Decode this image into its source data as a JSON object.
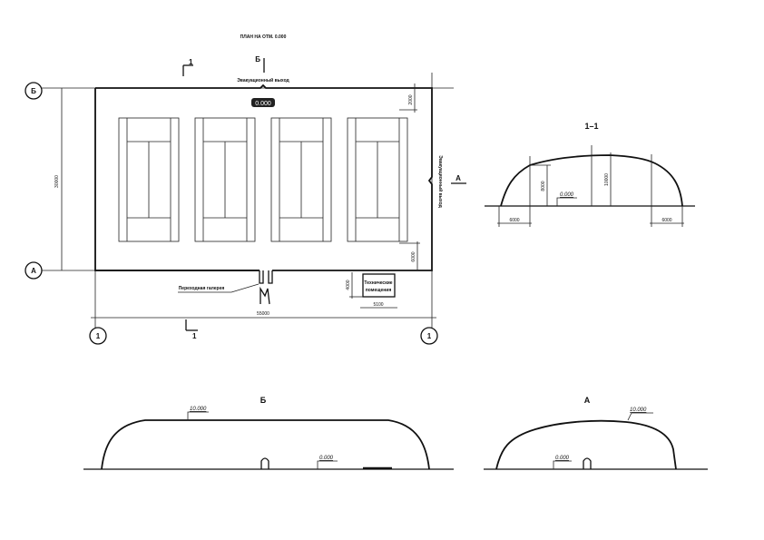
{
  "plan": {
    "title": "ПЛАН НА ОТМ. 0.000",
    "entrance_label": "Эвакуационный выход",
    "side_entrance_label": "Эвакуационный выход",
    "level_tag": "0.000",
    "gallery_label": "Переходная галерея",
    "tech_room_label_1": "Технические",
    "tech_room_label_2": "помещения",
    "axes": {
      "b": "Б",
      "a": "А",
      "one_left": "1",
      "one_right": "1"
    },
    "section_marks": {
      "top": "1",
      "bottom": "1",
      "view_b": "Б",
      "view_a": "А"
    },
    "dimensions": {
      "width": "55000",
      "depth": "30000",
      "top_offset": "2000",
      "bottom_offset": "6000",
      "tech_height": "4000",
      "tech_width": "5100"
    },
    "court_count": 4
  },
  "section_1_1": {
    "title": "1–1",
    "dim_left": "6000",
    "dim_right": "6000",
    "dim_wall_height": "8000",
    "dim_ridge_height": "10000",
    "level": "0.000"
  },
  "elevation_b": {
    "title": "Б",
    "top_level": "10.000",
    "ground_level": "0.000"
  },
  "elevation_a": {
    "title": "А",
    "top_level": "10.000",
    "ground_level": "0.000"
  }
}
